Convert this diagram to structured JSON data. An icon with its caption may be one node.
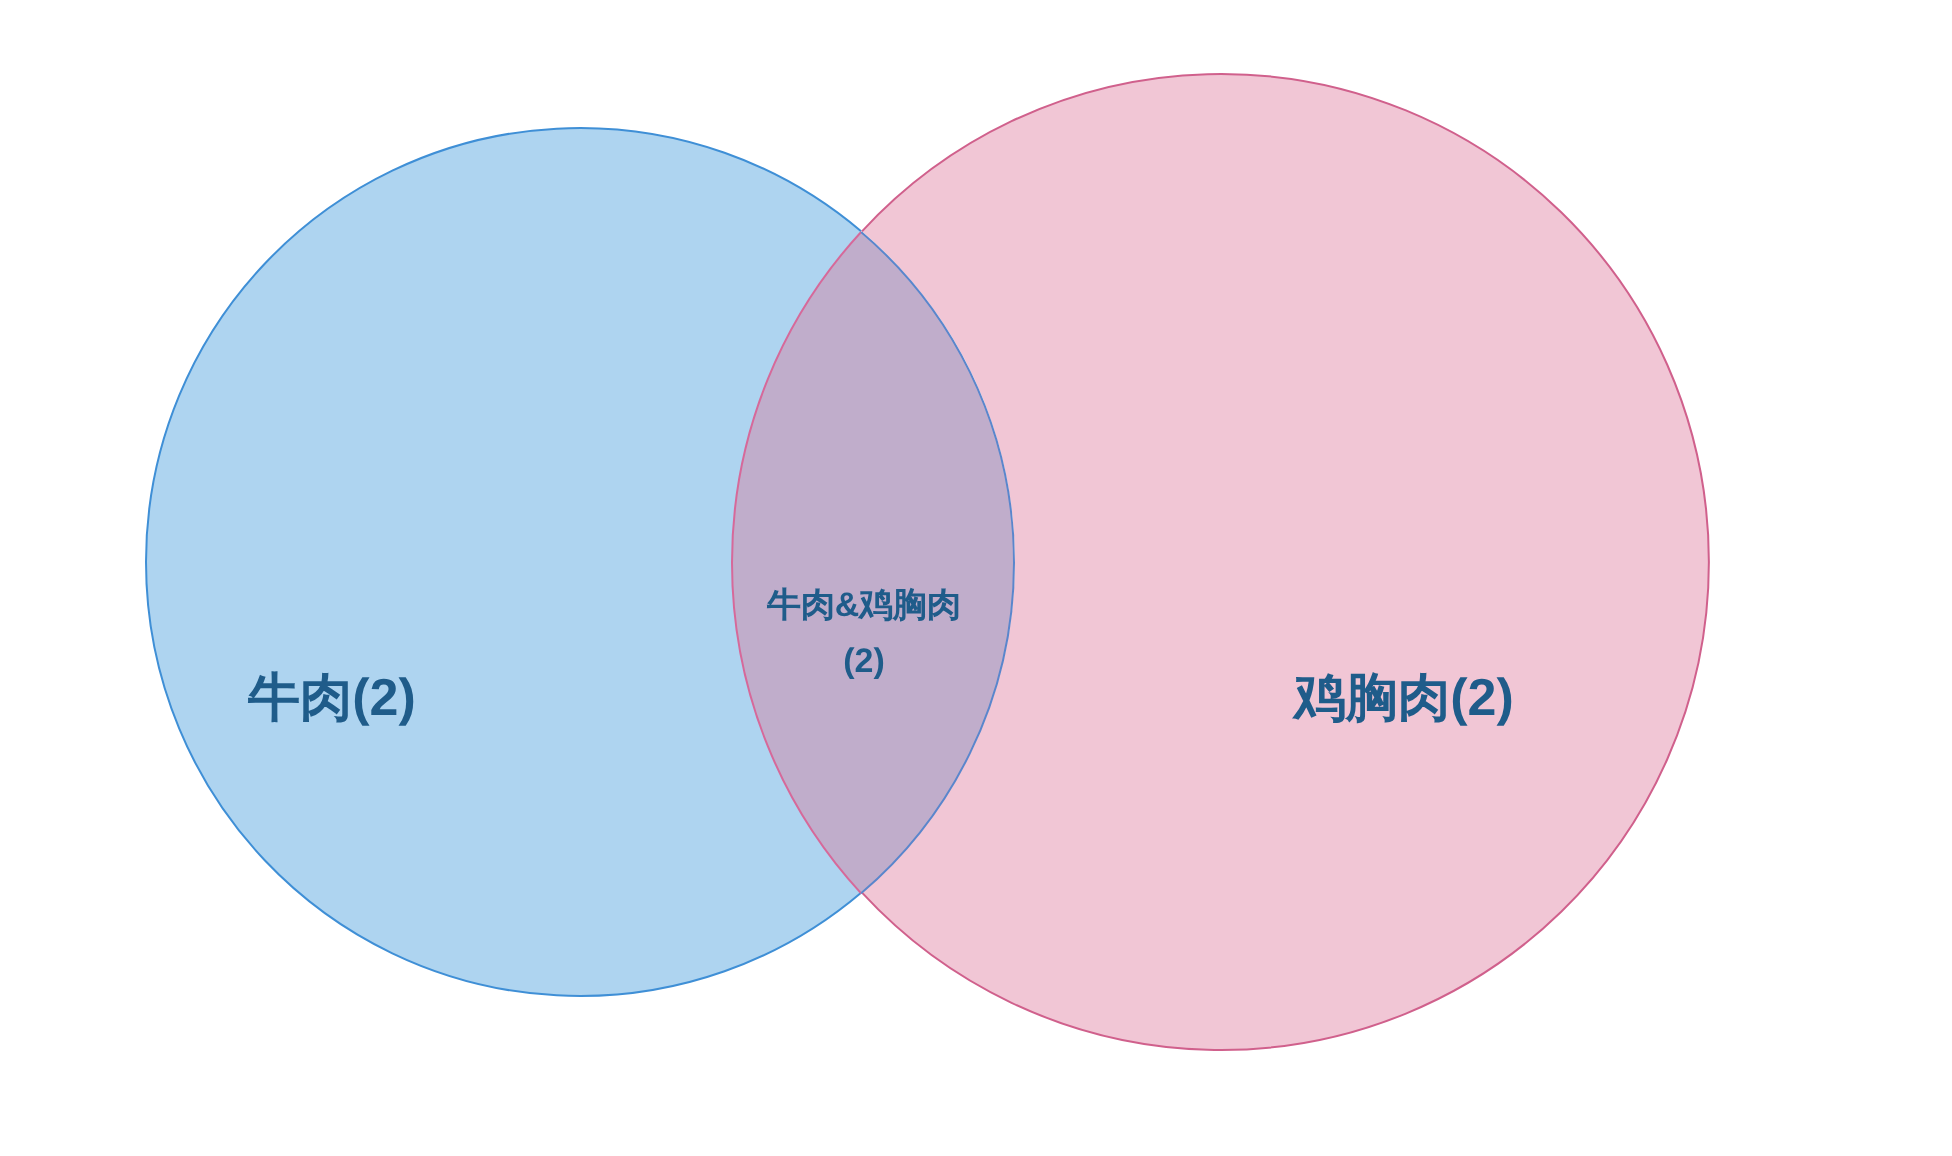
{
  "diagram": {
    "nodes": [
      {
        "text": [
          "牛肉(2)"
        ]
      },
      {
        "text": [
          "牛肉&鸡胸肉(2)"
        ]
      },
      {
        "text": [
          "鸡胸肉(2)"
        ]
      }
    ]
  }
}
